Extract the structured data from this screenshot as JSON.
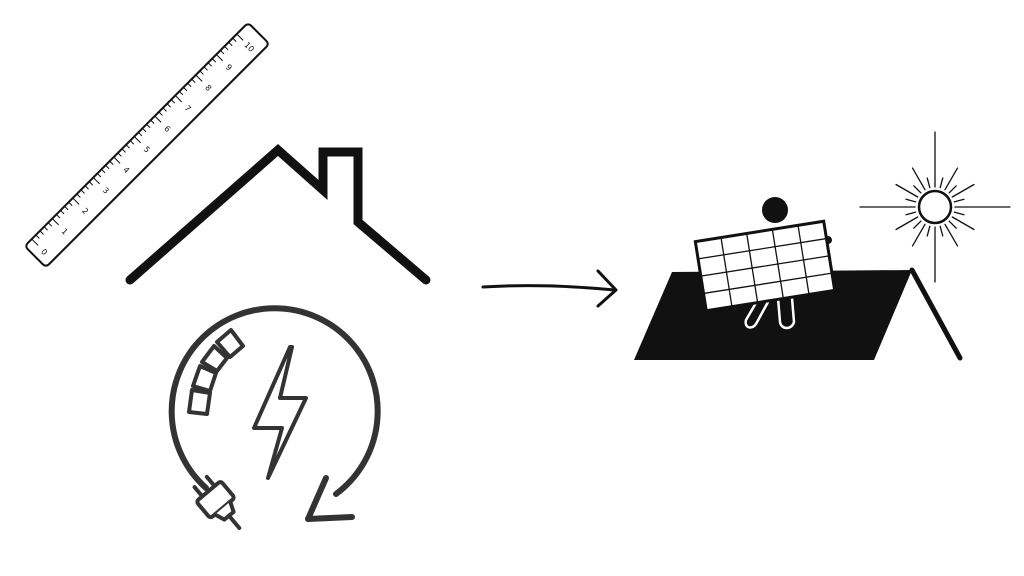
{
  "diagram": {
    "left_group": {
      "ruler": {
        "icon": "ruler-icon",
        "tick_labels": [
          "0",
          "1",
          "2",
          "3",
          "4",
          "5",
          "6",
          "7",
          "8",
          "9",
          "10"
        ]
      },
      "roof": {
        "icon": "house-roof-icon"
      },
      "energy": {
        "icon": "energy-cycle-icon",
        "parts": [
          "meter-gauge-icon",
          "lightning-bolt-icon",
          "plug-icon",
          "circular-arrow-icon"
        ]
      }
    },
    "connector": {
      "icon": "arrow-right-icon"
    },
    "right_group": {
      "scene": {
        "icon": "solar-installation-icon",
        "parts": [
          "roof-slab-icon",
          "installer-person-icon",
          "solar-panel-icon",
          "sun-icon"
        ]
      }
    },
    "colors": {
      "ink": "#111111",
      "background": "#ffffff"
    }
  }
}
